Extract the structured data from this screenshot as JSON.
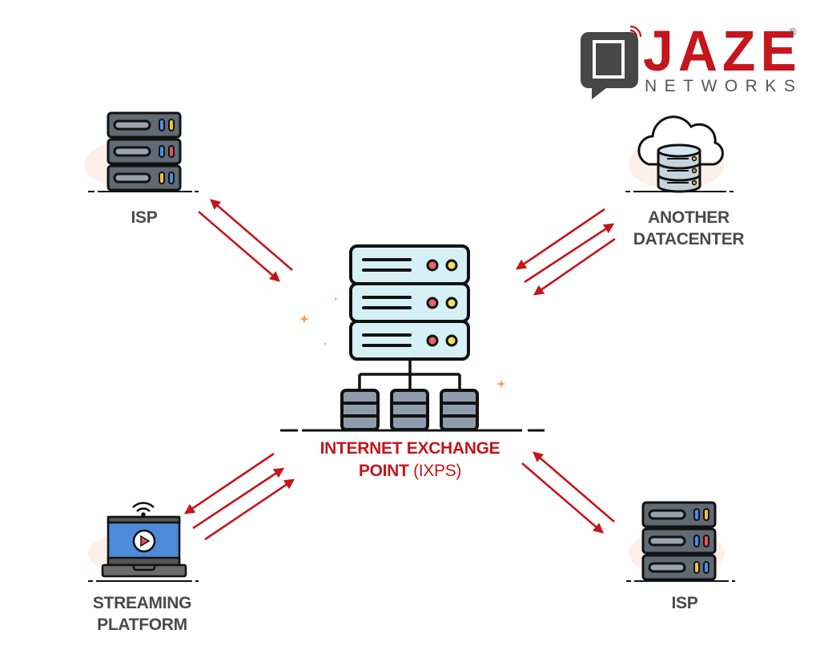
{
  "brand": {
    "name": "JAZE",
    "subtitle": "NETWORKS",
    "registered_mark": "®",
    "primary_color": "#c4161c",
    "secondary_color": "#4a4a4a"
  },
  "center_node": {
    "title_line1": "INTERNET EXCHANGE",
    "title_line2_bold": "POINT",
    "title_line2_thin": "(IXPS)",
    "icon": "server-rack-with-network-icon"
  },
  "nodes": [
    {
      "id": "isp-top-left",
      "label_lines": [
        "ISP"
      ],
      "icon": "server-stack-icon",
      "position": "top-left"
    },
    {
      "id": "another-datacenter",
      "label_lines": [
        "ANOTHER",
        "DATACENTER"
      ],
      "icon": "cloud-database-icon",
      "position": "top-right"
    },
    {
      "id": "streaming-platform",
      "label_lines": [
        "STREAMING",
        "PLATFORM"
      ],
      "icon": "laptop-video-icon",
      "position": "bottom-left"
    },
    {
      "id": "isp-bottom-right",
      "label_lines": [
        "ISP"
      ],
      "icon": "server-stack-icon",
      "position": "bottom-right"
    }
  ],
  "connections": [
    {
      "from": "isp-top-left",
      "to": "center",
      "arrows": [
        "to-center",
        "to-node"
      ]
    },
    {
      "from": "another-datacenter",
      "to": "center",
      "arrows": [
        "to-center",
        "to-node",
        "to-center"
      ]
    },
    {
      "from": "streaming-platform",
      "to": "center",
      "arrows": [
        "to-node",
        "to-center",
        "to-center"
      ]
    },
    {
      "from": "isp-bottom-right",
      "to": "center",
      "arrows": [
        "to-node",
        "to-center"
      ]
    }
  ],
  "arrow_color": "#c4161c"
}
